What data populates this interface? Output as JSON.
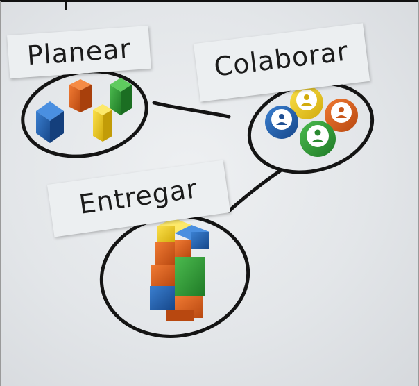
{
  "labels": {
    "plan": "Planear",
    "collaborate": "Colaborar",
    "deliver": "Entregar"
  },
  "colors": {
    "blue": "#1f5fb0",
    "orange": "#e0621c",
    "yellow": "#f2cf1a",
    "green": "#2f9c37",
    "outline": "#141414"
  }
}
